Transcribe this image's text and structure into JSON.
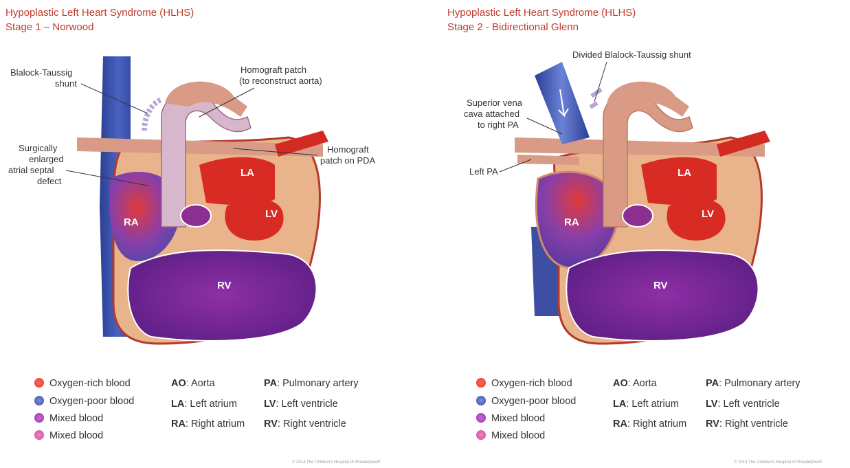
{
  "colors": {
    "title": "#c0392b",
    "oxygen_rich": "#e23b2a",
    "oxygen_poor": "#3c4fa3",
    "mixed": "#9b30b0",
    "mixed2": "#d04a9a",
    "heart_wall": "#e9b48c",
    "vessel": "#d99a86",
    "patch": "#d9c3d6"
  },
  "panels": [
    {
      "title_line1": "Hypoplastic Left Heart Syndrome (HLHS)",
      "title_line2": "Stage 1 – Norwood",
      "chambers": {
        "ra": "RA",
        "la": "LA",
        "lv": "LV",
        "rv": "RV"
      },
      "callouts": {
        "bt_shunt_1": "Blalock-Taussig",
        "bt_shunt_2": "shunt",
        "homograft_1": "Homograft patch",
        "homograft_2": "(to reconstruct aorta)",
        "asd_1": "Surgically",
        "asd_2": "enlarged",
        "asd_3": "atrial septal",
        "asd_4": "defect",
        "pda_1": "Homograft",
        "pda_2": "patch on PDA"
      },
      "legend": [
        {
          "label": "Oxygen-rich blood",
          "color": "#e23b2a",
          "icon": "oxygen-rich-dot"
        },
        {
          "label": "Oxygen-poor blood",
          "color": "#3c4fa3",
          "icon": "oxygen-poor-dot"
        },
        {
          "label": "Mixed blood",
          "color": "#9b30b0",
          "icon": "mixed-dot"
        },
        {
          "label": "Mixed blood",
          "color": "#d04a9a",
          "icon": "mixed-dot-2"
        }
      ],
      "abbreviations": [
        {
          "abbr": "AO",
          "sep": ": ",
          "text": "Aorta"
        },
        {
          "abbr": "PA",
          "sep": ": ",
          "text": "Pulmonary artery"
        },
        {
          "abbr": "LA",
          "sep": ": ",
          "text": "Left atrium"
        },
        {
          "abbr": "LV",
          "sep": ": ",
          "text": "Left ventricle"
        },
        {
          "abbr": "RA",
          "sep": ": ",
          "text": "Right atrium"
        },
        {
          "abbr": "RV",
          "sep": ": ",
          "text": "Right ventricle"
        }
      ],
      "copyright": "© 2014 The Children's Hospital of Philadelphia®"
    },
    {
      "title_line1": "Hypoplastic Left Heart Syndrome (HLHS)",
      "title_line2": "Stage 2 - Bidirectional Glenn",
      "chambers": {
        "ra": "RA",
        "la": "LA",
        "lv": "LV",
        "rv": "RV"
      },
      "callouts": {
        "divided_bt": "Divided Blalock-Taussig shunt",
        "svc_1": "Superior vena",
        "svc_2": "cava attached",
        "svc_3": "to right PA",
        "left_pa": "Left PA"
      },
      "legend": [
        {
          "label": "Oxygen-rich blood",
          "color": "#e23b2a",
          "icon": "oxygen-rich-dot"
        },
        {
          "label": "Oxygen-poor blood",
          "color": "#3c4fa3",
          "icon": "oxygen-poor-dot"
        },
        {
          "label": "Mixed blood",
          "color": "#9b30b0",
          "icon": "mixed-dot"
        },
        {
          "label": "Mixed blood",
          "color": "#d04a9a",
          "icon": "mixed-dot-2"
        }
      ],
      "abbreviations": [
        {
          "abbr": "AO",
          "sep": ": ",
          "text": "Aorta"
        },
        {
          "abbr": "PA",
          "sep": ": ",
          "text": "Pulmonary artery"
        },
        {
          "abbr": "LA",
          "sep": ": ",
          "text": "Left atrium"
        },
        {
          "abbr": "LV",
          "sep": ": ",
          "text": "Left ventricle"
        },
        {
          "abbr": "RA",
          "sep": ": ",
          "text": "Right atrium"
        },
        {
          "abbr": "RV",
          "sep": ": ",
          "text": "Right ventricle"
        }
      ],
      "copyright": "© 2014 The Children's Hospital of Philadelphia®"
    }
  ]
}
